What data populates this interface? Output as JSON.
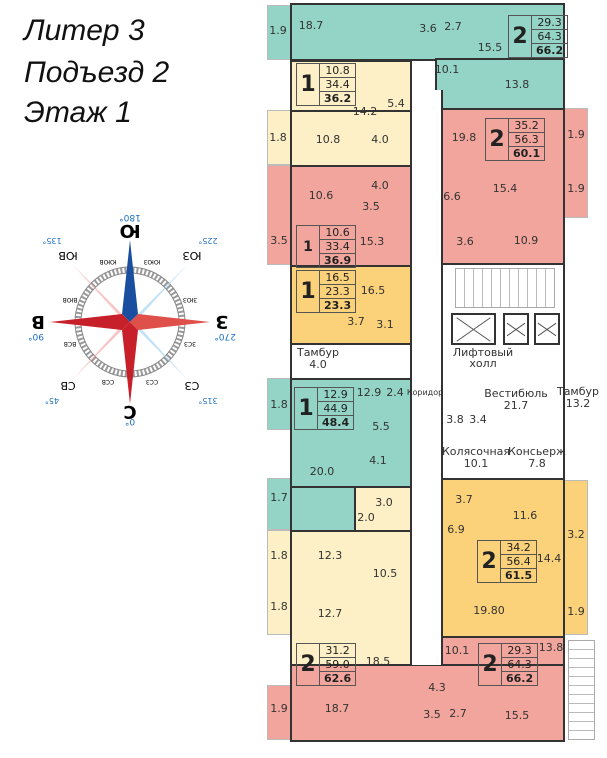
{
  "header": {
    "liter": "Литер 3",
    "entrance": "Подъезд 2",
    "floor": "Этаж 1"
  },
  "compass": {
    "n": "С",
    "s": "Ю",
    "e": "В",
    "w": "З",
    "ne": "СВ",
    "se": "ЮВ",
    "sw": "ЮЗ",
    "nw": "СЗ",
    "deg_n": "0°",
    "deg_s": "180°",
    "deg_e": "90°",
    "deg_w": "270°",
    "deg_ne": "45°",
    "deg_se": "135°",
    "deg_sw": "225°",
    "deg_nw": "315°",
    "ring_ne": "ССВ",
    "ring_se": "ВЮВ",
    "ring_sw": "ЮЮЗ",
    "ring_nw": "ЗСЗ",
    "ring_n2": "ССЗ",
    "ring_e2": "ВСВ",
    "ring_s2": "ЮЮВ",
    "ring_w2": "ЗЮЗ"
  },
  "colors": {
    "teal": "#93d4c6",
    "light_yellow": "#fdefc6",
    "pink": "#f2a59c",
    "orange": "#fbd27a"
  },
  "apartments": [
    {
      "rooms": "2",
      "living": "29.3",
      "area": "64.3",
      "total": "66.2",
      "areas": [
        "1.9",
        "18.7",
        "3.6",
        "2.7",
        "15.5",
        "10.1",
        "13.8"
      ]
    },
    {
      "rooms": "1",
      "living": "10.8",
      "area": "34.4",
      "total": "36.2",
      "areas": [
        "14.2",
        "5.4",
        "1.8",
        "10.8",
        "4.0"
      ]
    },
    {
      "rooms": "1",
      "living": "10.6",
      "area": "33.4",
      "total": "36.9",
      "areas": [
        "10.6",
        "4.0",
        "3.5",
        "3.5",
        "15.3"
      ]
    },
    {
      "rooms": "2",
      "living": "35.2",
      "area": "56.3",
      "total": "60.1",
      "areas": [
        "19.8",
        "1.9",
        "15.4",
        "1.9",
        "6.6",
        "3.6",
        "10.9"
      ]
    },
    {
      "rooms": "1",
      "living": "16.5",
      "area": "23.3",
      "total": "23.3",
      "areas": [
        "16.5",
        "3.7",
        "3.1"
      ]
    },
    {
      "rooms": "1",
      "living": "12.9",
      "area": "44.9",
      "total": "48.4",
      "areas": [
        "1.8",
        "12.9",
        "2.4",
        "5.5",
        "20.0",
        "4.1",
        "1.7"
      ]
    },
    {
      "rooms": "2",
      "living": "31.2",
      "area": "59.0",
      "total": "62.6",
      "areas": [
        "3.0",
        "2.0",
        "1.8",
        "12.3",
        "10.5",
        "1.8",
        "12.7",
        "18.5"
      ]
    },
    {
      "rooms": "2",
      "living": "34.2",
      "area": "56.4",
      "total": "61.5",
      "areas": [
        "3.7",
        "11.6",
        "3.2",
        "6.9",
        "14.4",
        "19.80",
        "1.9"
      ]
    },
    {
      "rooms": "2",
      "living": "29.3",
      "area": "64.3",
      "total": "66.2",
      "areas": [
        "10.1",
        "13.8",
        "4.3",
        "1.9",
        "18.7",
        "3.5",
        "2.7",
        "15.5"
      ]
    }
  ],
  "common": {
    "tambur_left": "Тамбур",
    "tambur_left_area": "4.0",
    "corridor": "Коридор",
    "lift_hall": "Лифтовый холл",
    "small1": "3.8",
    "small2": "3.4",
    "vestibule": "Вестибюль",
    "vestibule_area": "21.7",
    "tambur_right": "Тамбур",
    "tambur_right_area": "13.2",
    "stroller": "Колясочная",
    "stroller_area": "10.1",
    "concierge": "Консьерж",
    "concierge_area": "7.8"
  }
}
